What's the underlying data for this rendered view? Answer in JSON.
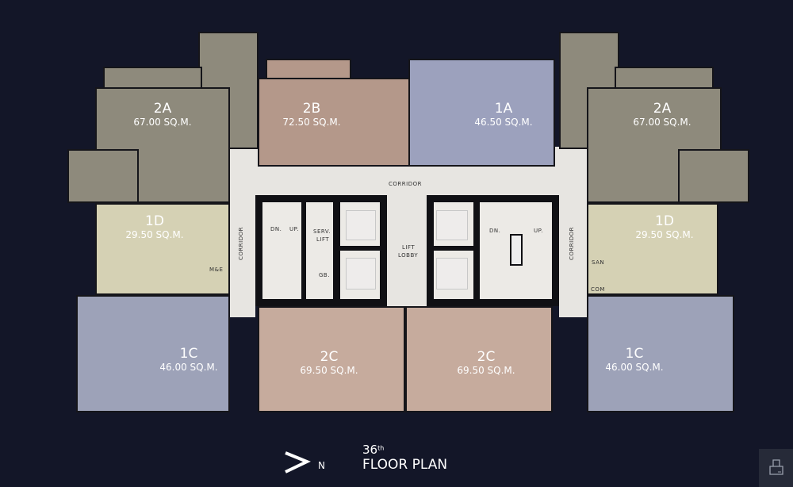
{
  "floor_plan": {
    "title_floor": "36",
    "title_suffix": "th",
    "title_label": "FLOOR PLAN",
    "north_label": "N",
    "units": [
      {
        "id": "2A-left",
        "name": "2A",
        "area": "67.00 SQ.M."
      },
      {
        "id": "2B",
        "name": "2B",
        "area": "72.50 SQ.M."
      },
      {
        "id": "1A",
        "name": "1A",
        "area": "46.50 SQ.M."
      },
      {
        "id": "2A-right",
        "name": "2A",
        "area": "67.00 SQ.M."
      },
      {
        "id": "1D-left",
        "name": "1D",
        "area": "29.50 SQ.M."
      },
      {
        "id": "1D-right",
        "name": "1D",
        "area": "29.50 SQ.M."
      },
      {
        "id": "1C-left",
        "name": "1C",
        "area": "46.00 SQ.M."
      },
      {
        "id": "1C-right",
        "name": "1C",
        "area": "46.00 SQ.M."
      },
      {
        "id": "2C-left",
        "name": "2C",
        "area": "69.50 SQ.M."
      },
      {
        "id": "2C-right",
        "name": "2C",
        "area": "69.50 SQ.M."
      }
    ],
    "labels": {
      "corridor": "CORRIDOR",
      "lift_lobby_1": "LIFT",
      "lift_lobby_2": "LOBBY",
      "serv_lift_1": "SERV.",
      "serv_lift_2": "LIFT",
      "dn": "DN.",
      "up": "UP.",
      "gb": "GB.",
      "me": "M&E",
      "san": "SAN",
      "com": "COM"
    },
    "colors": {
      "background": "#131628",
      "unit_2A": "#8e8a7c",
      "unit_1D": "#d5d1b4",
      "unit_1C": "#9da2b8",
      "unit_2B": "#b4988a",
      "unit_1A": "#9ca1bd",
      "unit_2C": "#c6ab9d",
      "corridor": "#e7e5e1"
    }
  },
  "toolbar": {
    "print_icon": "print-icon"
  }
}
